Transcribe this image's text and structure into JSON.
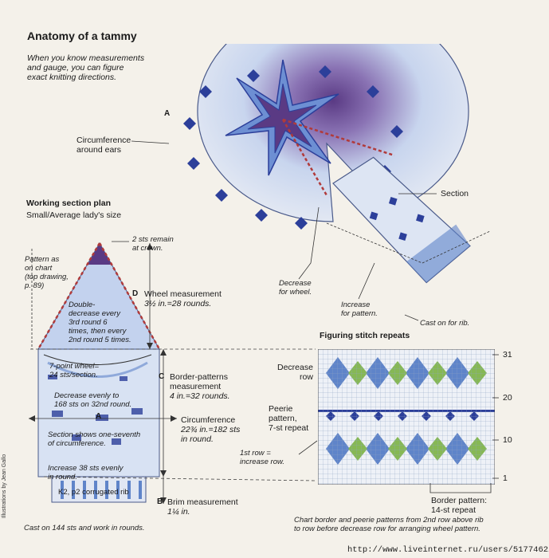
{
  "title": "Anatomy of a tammy",
  "intro": [
    "When you know measurements",
    "and gauge, you can figure",
    "exact knitting directions."
  ],
  "labels": {
    "circumference_ears": [
      "Circumference",
      "around ears"
    ],
    "point_A": "A",
    "section": "Section",
    "decrease_wheel": [
      "Decrease",
      "for wheel."
    ],
    "increase_pattern": [
      "Increase",
      "for pattern."
    ],
    "cast_on_rib": "Cast on for rib."
  },
  "plan": {
    "heading": "Working section plan",
    "size": "Small/Average lady's size",
    "crown_note": [
      "2 sts remain",
      "at crown."
    ],
    "pattern_note": [
      "Pattern as",
      "on chart",
      "(top drawing,",
      "p. 89)"
    ],
    "wheel_letter": "D",
    "wheel_measure": [
      "Wheel measurement",
      "3½ in.=28 rounds."
    ],
    "double_decrease": [
      "Double-",
      "decrease every",
      "3rd round 6",
      "times, then every",
      "2nd round 5 times."
    ],
    "seven_point": [
      "7-point wheel=",
      "24 sts/section."
    ],
    "border_letter": "C",
    "border_measure": [
      "Border-patterns",
      "measurement",
      "4 in.=32 rounds."
    ],
    "decrease_evenly": [
      "Decrease evenly to",
      "168 sts on 32nd round."
    ],
    "circ_letter": "A",
    "circ_measure": [
      "Circumference",
      "22¾ in.=182 sts",
      "in round."
    ],
    "section_shows": [
      "Section shows one-seventh",
      "of circumference."
    ],
    "increase_38": [
      "Increase 38 sts evenly",
      "in round."
    ],
    "rib": "K2, p2 corrugated rib",
    "brim_letter": "B",
    "brim_measure": [
      "Brim measurement",
      "1¼ in."
    ],
    "cast_on_144": "Cast on 144 sts and work in rounds."
  },
  "chart": {
    "heading": "Figuring stitch repeats",
    "decrease_row": [
      "Decrease",
      "row"
    ],
    "peerie": [
      "Peerie",
      "pattern,",
      "7-st repeat"
    ],
    "first_row": [
      "1st row =",
      "increase row."
    ],
    "row_numbers": [
      "31",
      "20",
      "10",
      "1"
    ],
    "border_pattern": [
      "Border pattern:",
      "14-st repeat"
    ],
    "footnote": [
      "Chart border and peerie patterns from 2nd row above rib",
      "to row before decrease row for arranging wheel pattern."
    ]
  },
  "credit": "Illustrations by Jean Gallo",
  "watermark": "http://www.liveinternet.ru/users/5177462/",
  "colors": {
    "dark_blue": "#2c3f9a",
    "mid_blue": "#5f84c9",
    "light_blue": "#aac2ea",
    "green": "#86b855",
    "purple": "#5a3a84",
    "red_dash": "#b13a3a"
  }
}
